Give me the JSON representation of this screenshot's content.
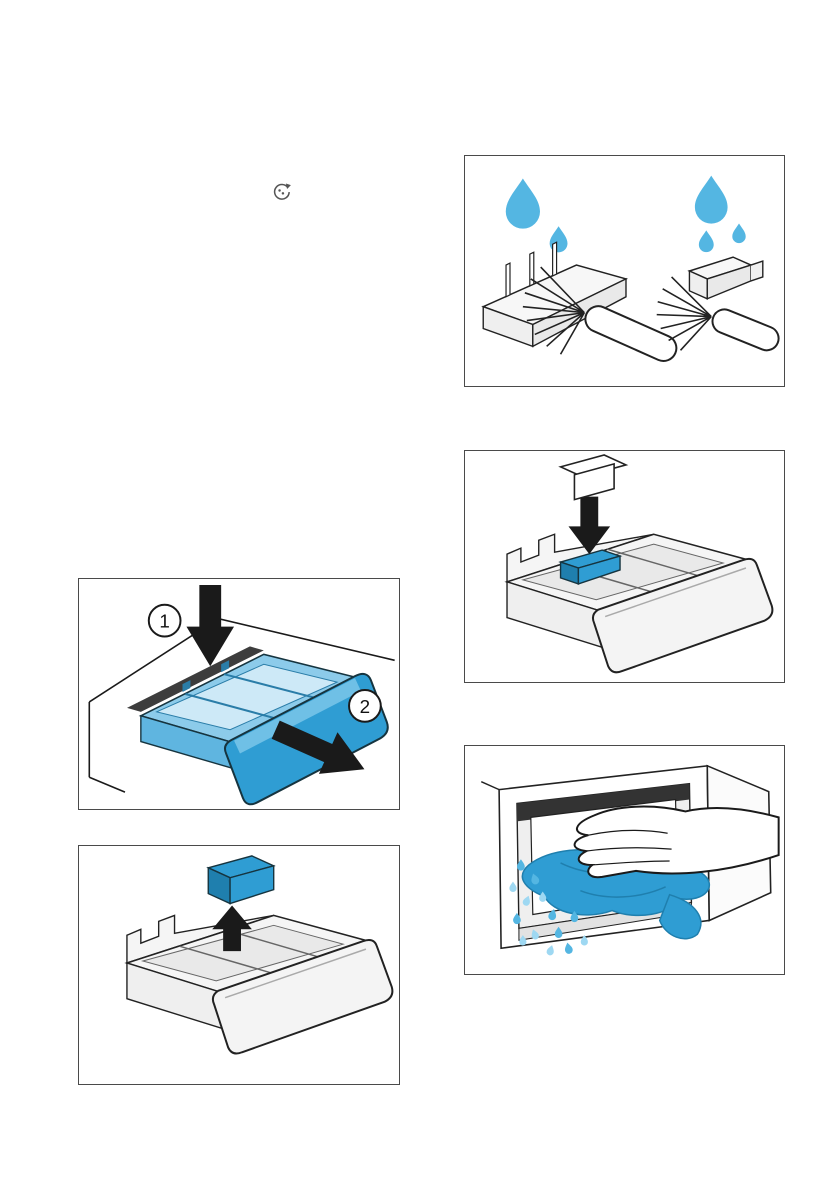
{
  "page": {
    "background": "#ffffff",
    "type": "appliance-manual-illustration-page"
  },
  "colors": {
    "blue": "#2f9dd3",
    "blue_dark": "#1f7fae",
    "blue_rim": "#8ccbea",
    "blue_wall": "#5fb5e0",
    "blue_interior": "#cde9f7",
    "blue_highlight": "#6fc0e6",
    "drop": "#54b6e2",
    "drop_light": "#9ed8f2",
    "ink": "#1a1a1a",
    "frame_border": "#4a4a4a"
  },
  "icons": {
    "inline_symbol": "drum-clean-icon"
  },
  "figures": {
    "drawer_remove": {
      "name": "press-insert-and-pull-out-drawer",
      "steps": [
        "1",
        "2"
      ]
    },
    "insert_lift": {
      "name": "remove-insert-upwards"
    },
    "brush_clean": {
      "name": "clean-insert-and-cap-with-brush-under-water"
    },
    "insert_place": {
      "name": "fit-insert-onto-pillar"
    },
    "wipe_housing": {
      "name": "wipe-drawer-housing-with-cloth"
    }
  }
}
